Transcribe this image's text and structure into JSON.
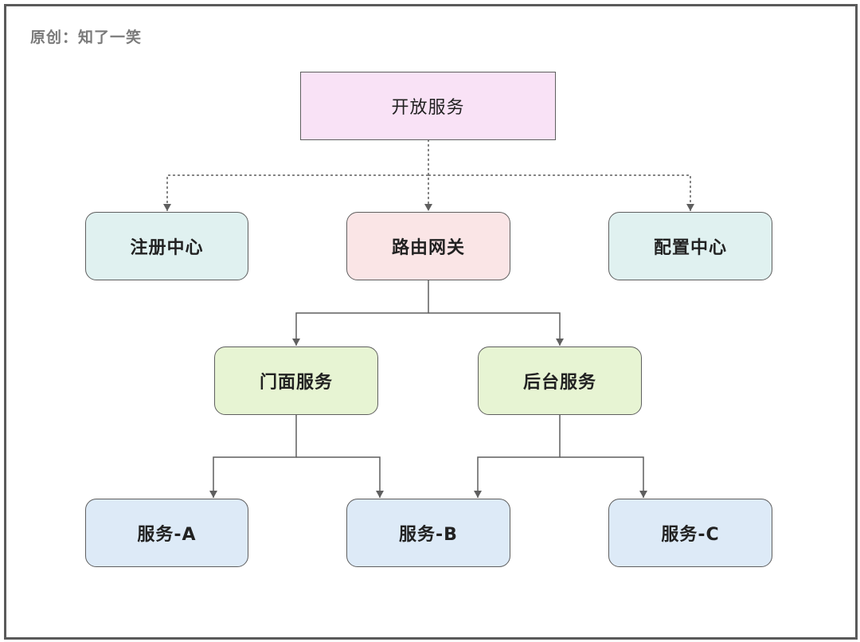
{
  "watermark": "原创：知了一笑",
  "colors": {
    "root_fill": "#f9e2f6",
    "peer_fill": "#e0f1f0",
    "gateway_fill": "#fae5e6",
    "service_fill": "#e7f4d3",
    "leaf_fill": "#ddeaf7",
    "stroke": "#5f5f5f"
  },
  "nodes": {
    "open_service": "开放服务",
    "registry": "注册中心",
    "gateway": "路由网关",
    "config": "配置中心",
    "facade": "门面服务",
    "backend": "后台服务",
    "service_a": "服务-A",
    "service_b": "服务-B",
    "service_c": "服务-C"
  }
}
